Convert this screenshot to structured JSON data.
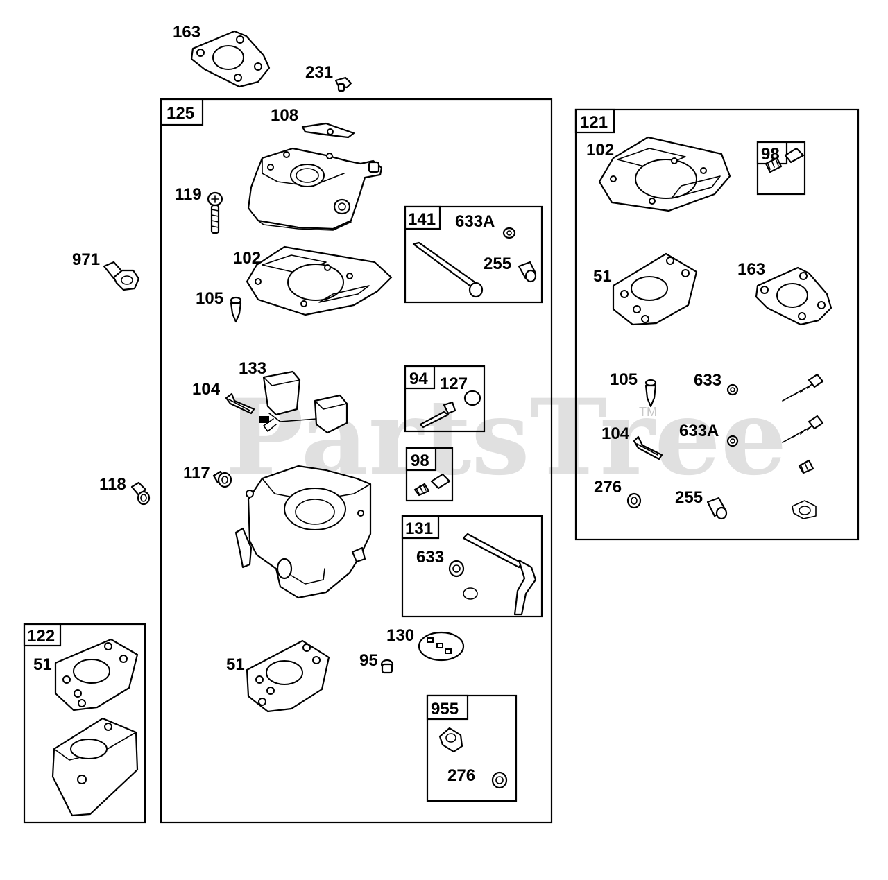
{
  "watermark": {
    "text": "PartsTree",
    "trademark": "TM",
    "color": "#c8c8c8"
  },
  "groups": {
    "g125": "125",
    "g121": "121",
    "g122": "122",
    "g141": "141",
    "g94": "94",
    "g98a": "98",
    "g98b": "98",
    "g131": "131",
    "g955": "955"
  },
  "callouts": {
    "c163_top": "163",
    "c231": "231",
    "c108": "108",
    "c119": "119",
    "c971": "971",
    "c102_main": "102",
    "c105_main": "105",
    "c633A_141": "633A",
    "c255_141": "255",
    "c133": "133",
    "c104_main": "104",
    "c127": "127",
    "c117": "117",
    "c118": "118",
    "c633_131": "633",
    "c130": "130",
    "c95": "95",
    "c51_main": "51",
    "c276_955": "276",
    "c51_122": "51",
    "c102_121": "102",
    "c51_121": "51",
    "c163_121": "163",
    "c105_121": "105",
    "c633_121": "633",
    "c104_121": "104",
    "c633A_121": "633A",
    "c276_121": "276",
    "c255_121": "255"
  }
}
